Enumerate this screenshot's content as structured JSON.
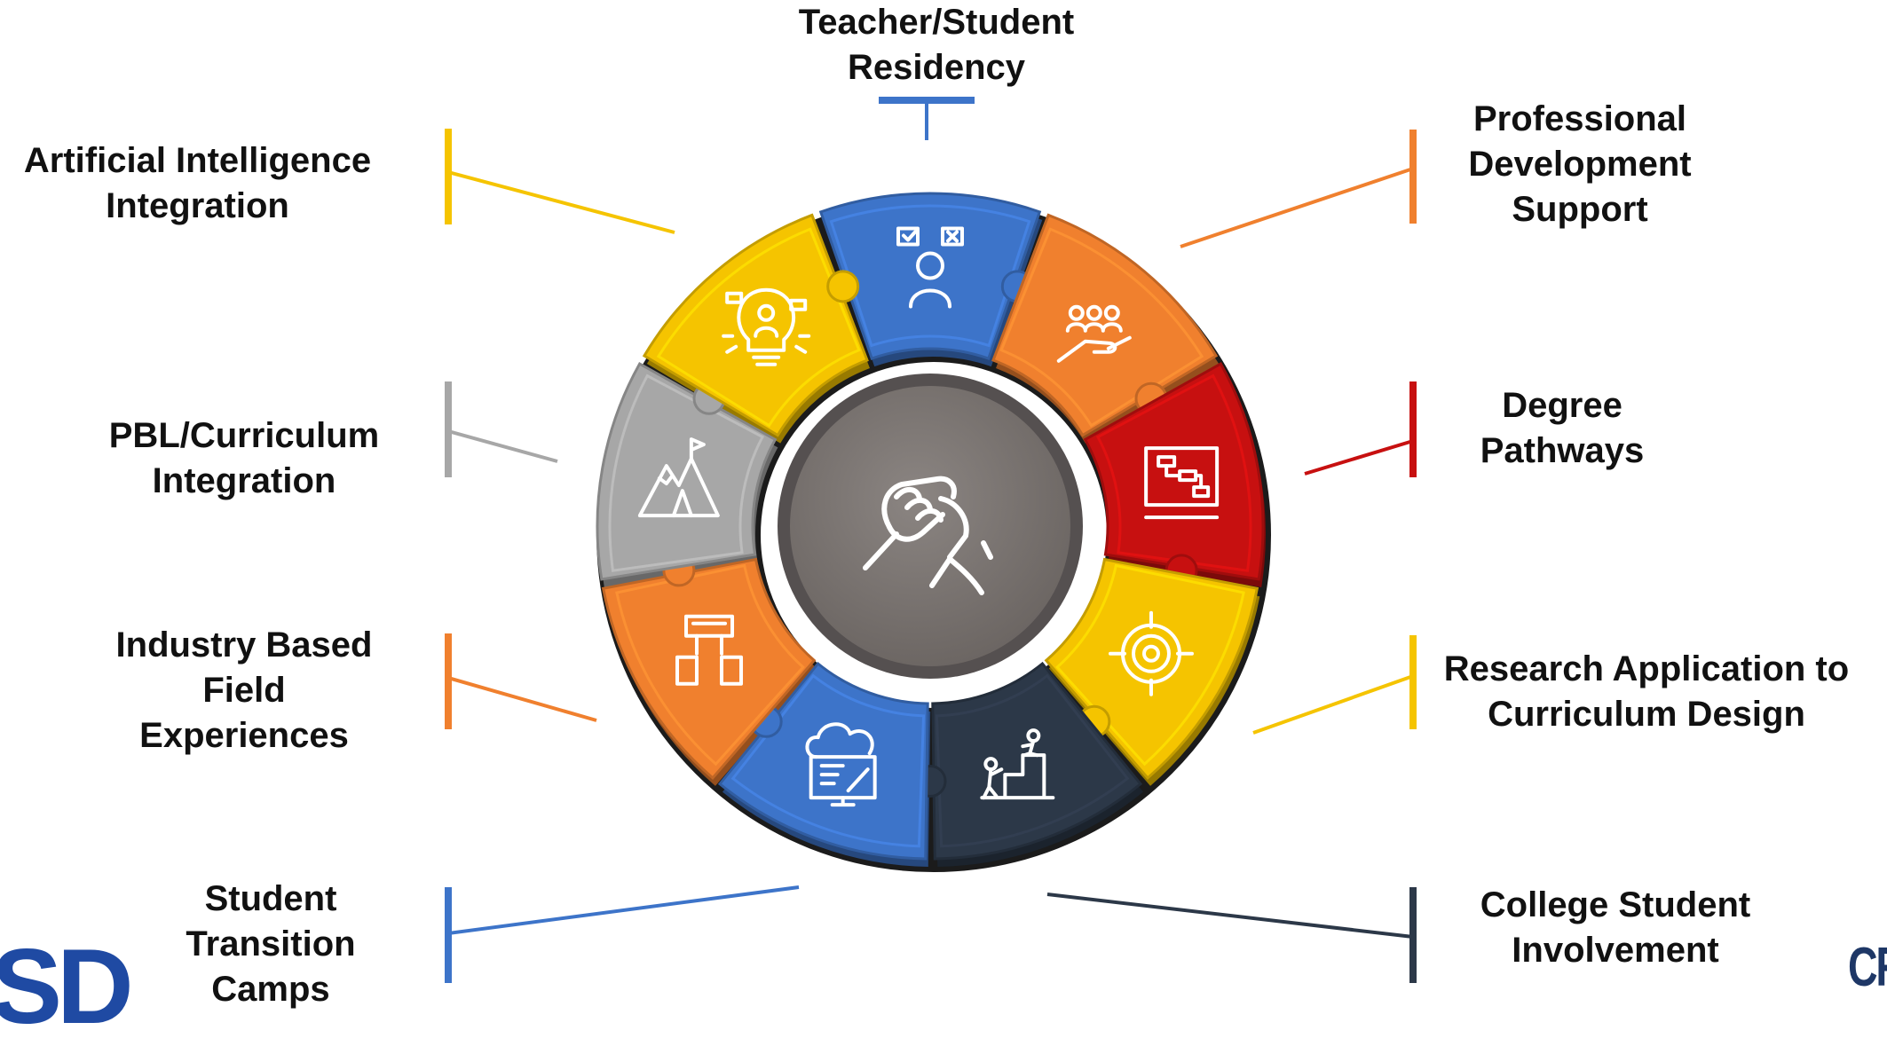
{
  "center": {
    "icon": "handshake-arm-wrestle-icon",
    "color": "#77706d"
  },
  "segments": [
    {
      "id": "residency",
      "label": "Teacher/Student\nResidency",
      "color": "#3d74c9",
      "icon": "thinking-person-icon"
    },
    {
      "id": "professional",
      "label": "Professional\nDevelopment\nSupport",
      "color": "#f0802e",
      "icon": "team-in-hand-icon"
    },
    {
      "id": "degree",
      "label": "Degree\nPathways",
      "color": "#c71010",
      "icon": "flowchart-tablet-icon"
    },
    {
      "id": "research",
      "label": "Research Application to\nCurriculum Design",
      "color": "#f5c400",
      "icon": "target-icon"
    },
    {
      "id": "college",
      "label": "College Student\nInvolvement",
      "color": "#2c3848",
      "icon": "climbing-steps-icon"
    },
    {
      "id": "camps",
      "label": "Student\nTransition\nCamps",
      "color": "#3d74c9",
      "icon": "cloud-computer-icon"
    },
    {
      "id": "industry",
      "label": "Industry Based\nField\nExperiences",
      "color": "#f0802e",
      "icon": "goal-sign-icon"
    },
    {
      "id": "pbl",
      "label": "PBL/Curriculum\nIntegration",
      "color": "#a7a7a7",
      "icon": "mountain-flag-icon"
    },
    {
      "id": "ai",
      "label": "Artificial Intelligence\nIntegration",
      "color": "#f5c400",
      "icon": "person-lightbulb-icon"
    }
  ],
  "logos": {
    "left": "SD",
    "right": "CR"
  },
  "colors": {
    "ring_shadow": "#1b1b1b",
    "label_text": "#111111"
  }
}
